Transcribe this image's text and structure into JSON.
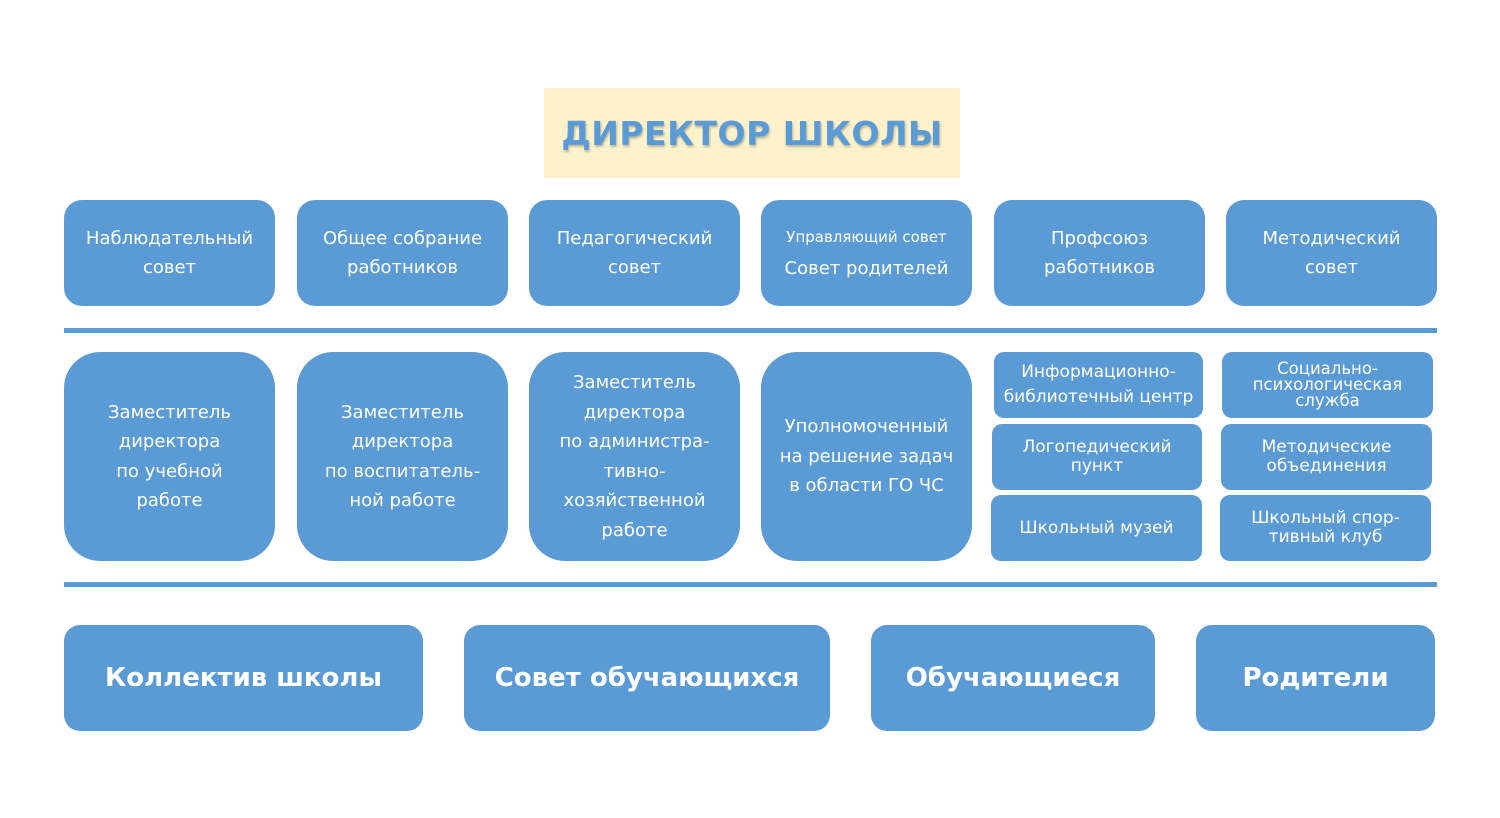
{
  "title": "ДИРЕКТОР ШКОЛЫ",
  "row1": [
    {
      "lines": [
        "Наблюдательный",
        "совет"
      ]
    },
    {
      "lines": [
        "Общее собрание",
        "работников"
      ]
    },
    {
      "lines": [
        "Педагогический",
        "совет"
      ]
    },
    {
      "line_small": "Управляющий совет",
      "line_main": "Совет родителей"
    },
    {
      "lines": [
        "Профсоюз",
        "работников"
      ]
    },
    {
      "lines": [
        "Методический",
        "совет"
      ]
    }
  ],
  "row2": [
    {
      "lines": [
        "Заместитель",
        "директора",
        "по учебной",
        "работе"
      ]
    },
    {
      "lines": [
        "Заместитель",
        "директора",
        "по воспитатель-",
        "ной работе"
      ]
    },
    {
      "lines": [
        "Заместитель",
        "директора",
        "по администра-",
        "тивно-",
        "хозяйственной",
        "работе"
      ]
    },
    {
      "lines": [
        "Уполномоченный",
        "на решение задач",
        "в области ГО ЧС"
      ]
    }
  ],
  "row2_col5": [
    {
      "lines": [
        "Информационно-",
        "библиотечный центр"
      ]
    },
    {
      "lines": [
        "Логопедический",
        "пункт"
      ]
    },
    {
      "lines": [
        "Школьный музей"
      ]
    }
  ],
  "row2_col6": [
    {
      "lines": [
        "Социально-",
        "психологическая",
        "служба"
      ]
    },
    {
      "lines": [
        "Методические",
        "объединения"
      ]
    },
    {
      "lines": [
        "Школьный спор-",
        "тивный клуб"
      ]
    }
  ],
  "row3": [
    "Коллектив школы",
    "Совет обучающихся",
    "Обучающиеся",
    "Родители"
  ],
  "colors": {
    "box": "#5b9bd5",
    "title_bg": "#fdf2cc",
    "title_text": "#5b9bd5",
    "box_text": "#ffffff"
  }
}
